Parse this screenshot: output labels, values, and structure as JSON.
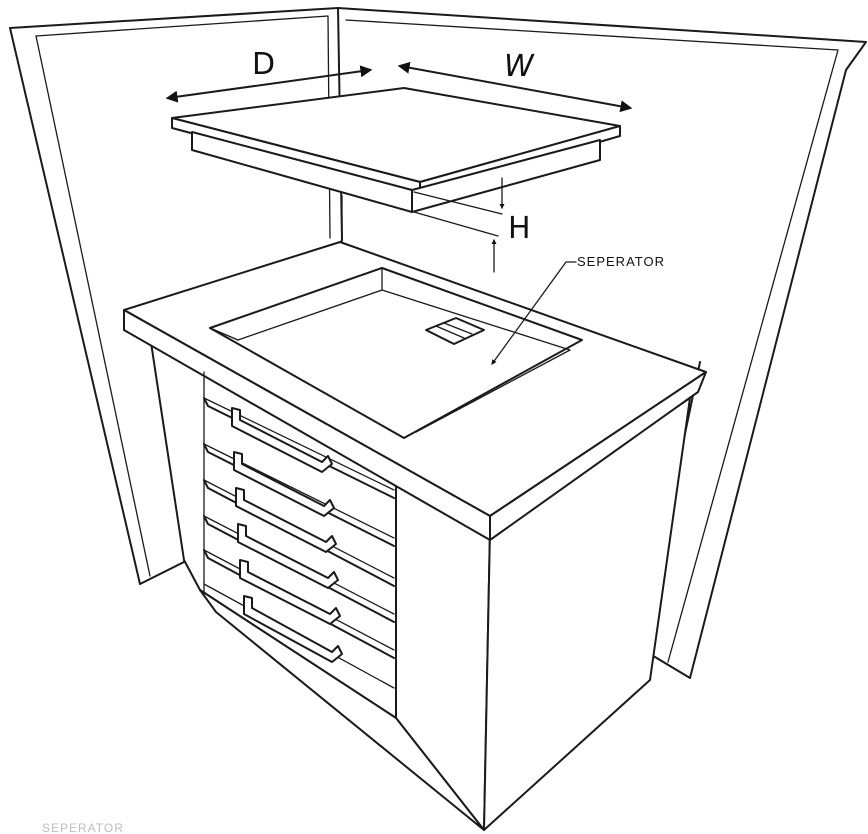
{
  "labels": {
    "depth": "D",
    "width": "W",
    "height": "H",
    "separator": "SEPERATOR",
    "bottom_ghost": "SEPERATOR"
  }
}
